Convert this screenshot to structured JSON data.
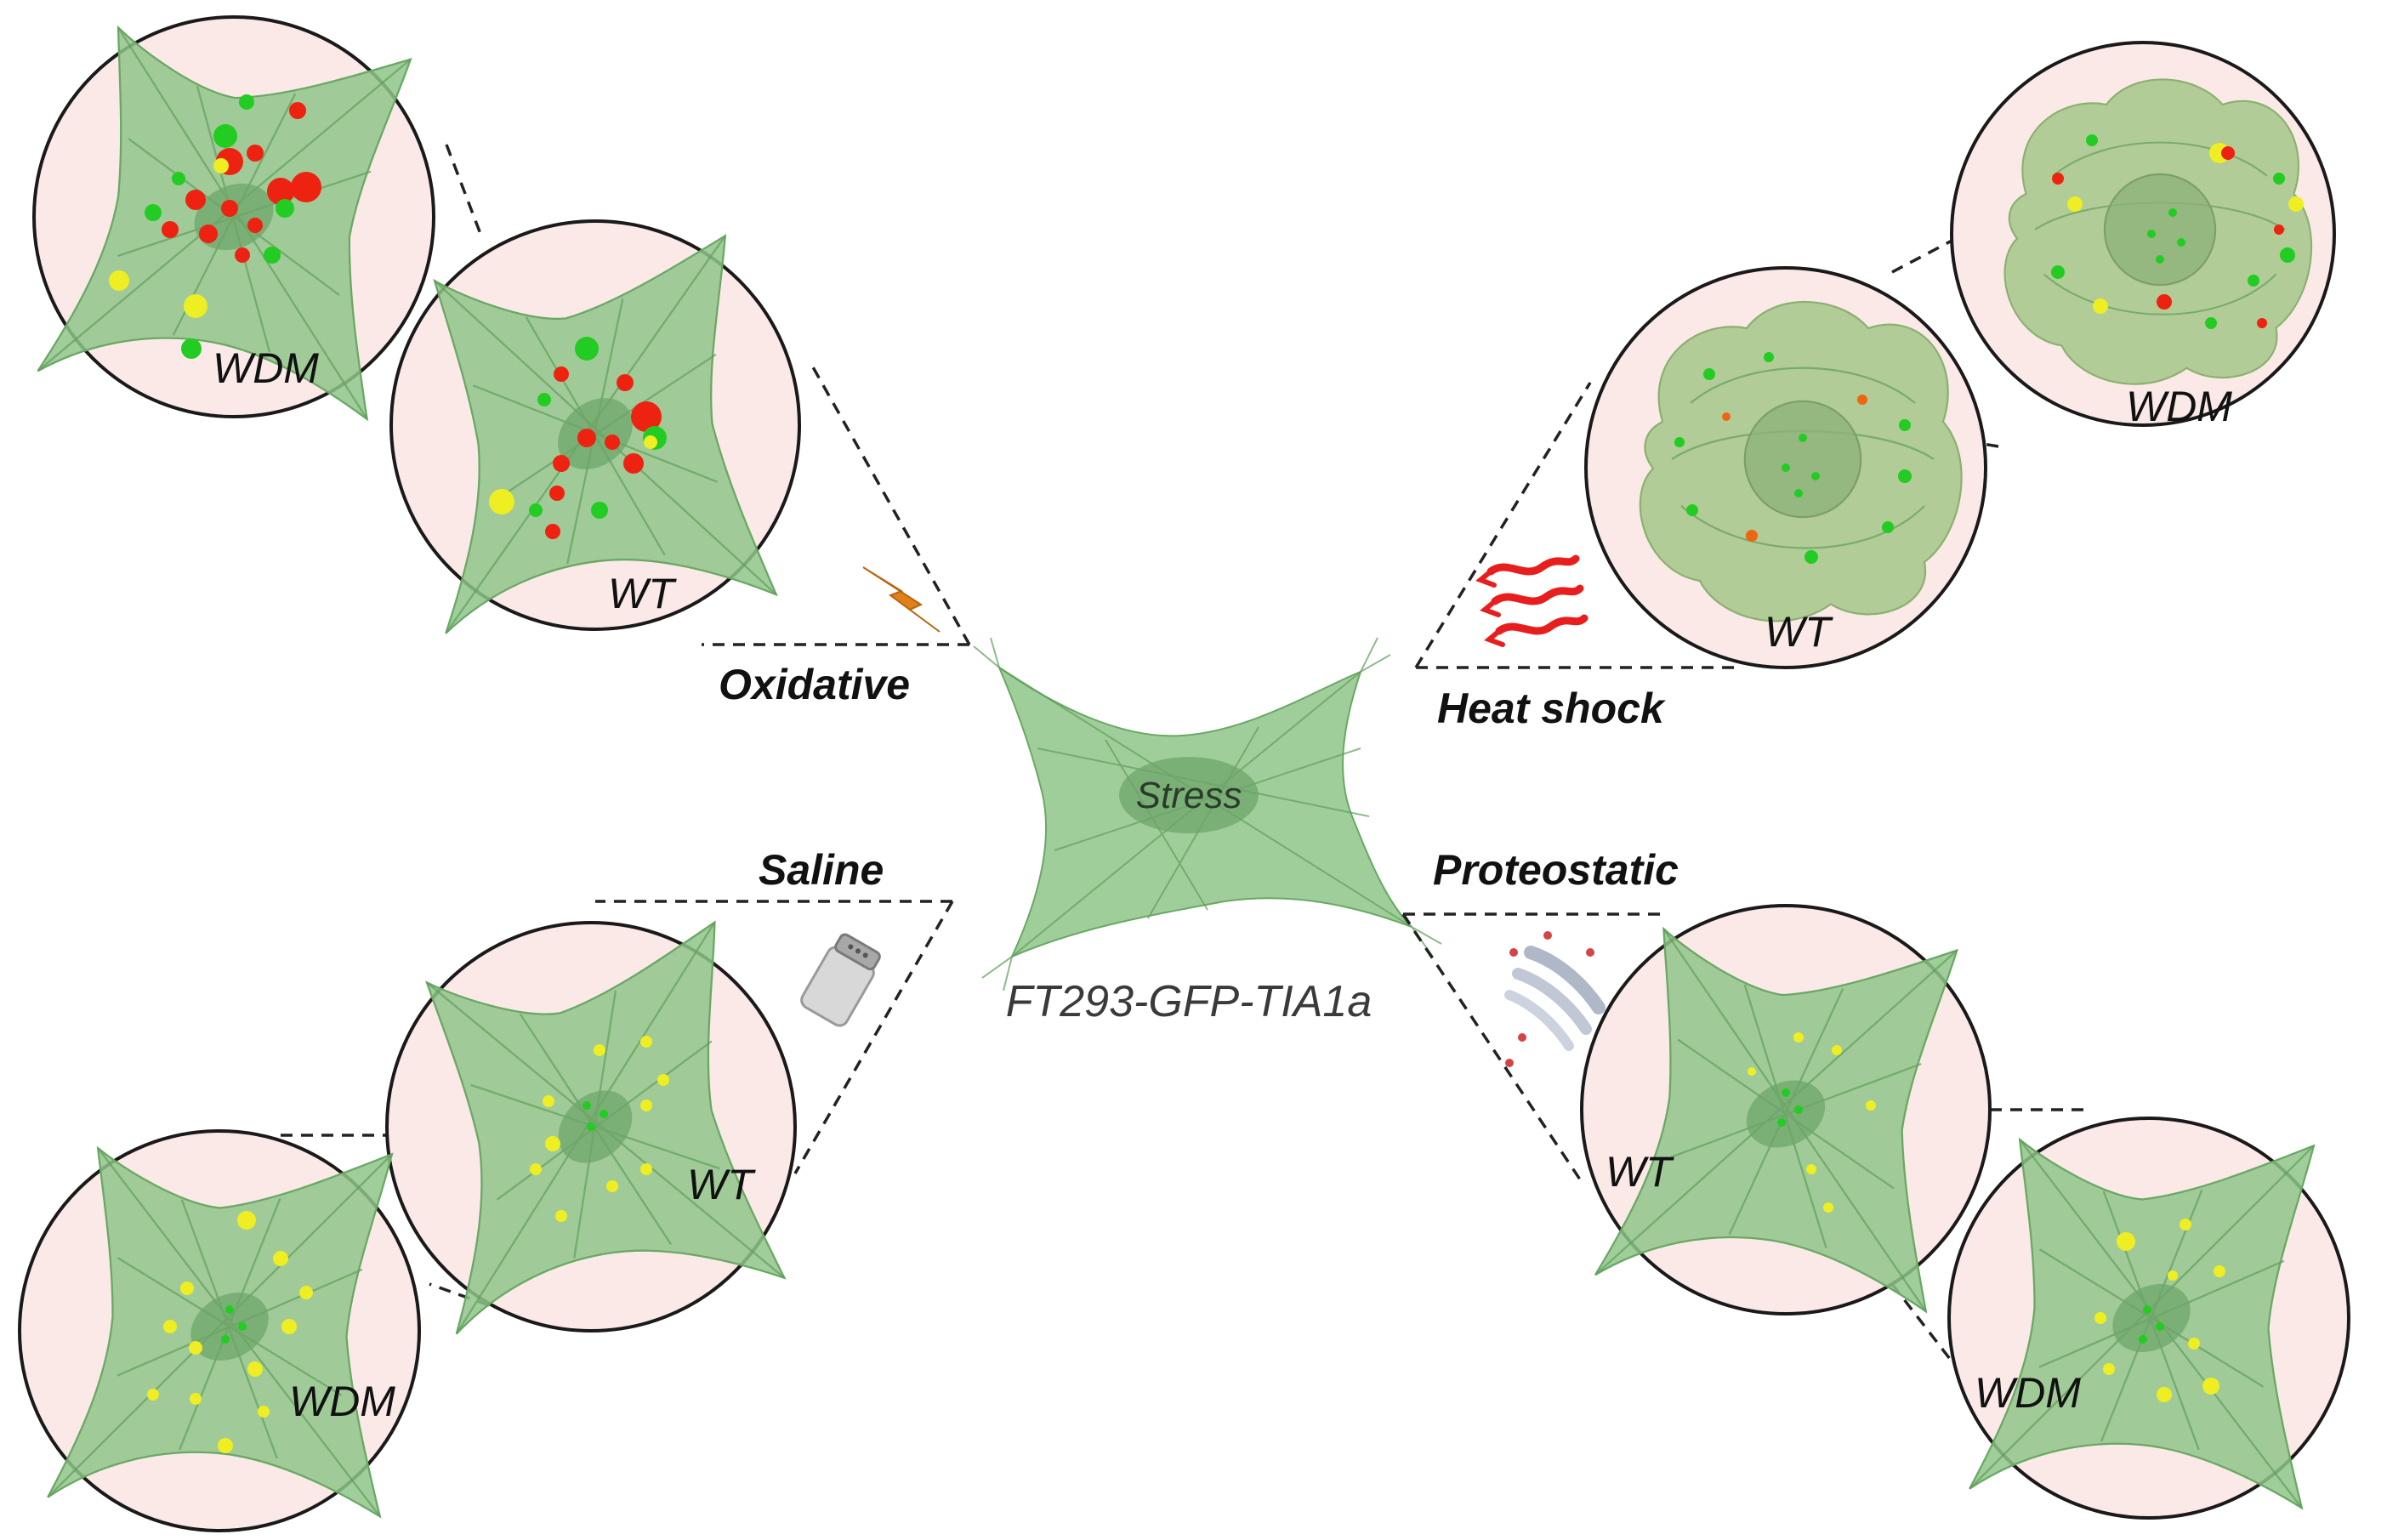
{
  "center": {
    "stress_label": "Stress",
    "cell_line_label": "FT293-GFP-TIA1a"
  },
  "conditions": {
    "oxidative": "Oxidative",
    "heat_shock": "Heat shock",
    "saline": "Saline",
    "proteostatic": "Proteostatic"
  },
  "genotypes": {
    "oxidative_wt": "WT",
    "oxidative_wdm": "WDM",
    "heat_wt": "WT",
    "heat_wdm": "WDM",
    "saline_wt": "WT",
    "saline_wdm": "WDM",
    "proteo_wt": "WT",
    "proteo_wdm": "WDM"
  },
  "icons": {
    "oxidative": "lightning-bolt-icon",
    "heat_shock": "heat-waves-icon",
    "saline": "salt-shaker-icon",
    "proteostatic": "proteasome-icon"
  },
  "colors": {
    "granule_green": "#22cc22",
    "granule_red": "#ee2211",
    "granule_yellow": "#eeee22",
    "circle_background": "#fbe9e8",
    "cell_green": "#8fc68a"
  }
}
